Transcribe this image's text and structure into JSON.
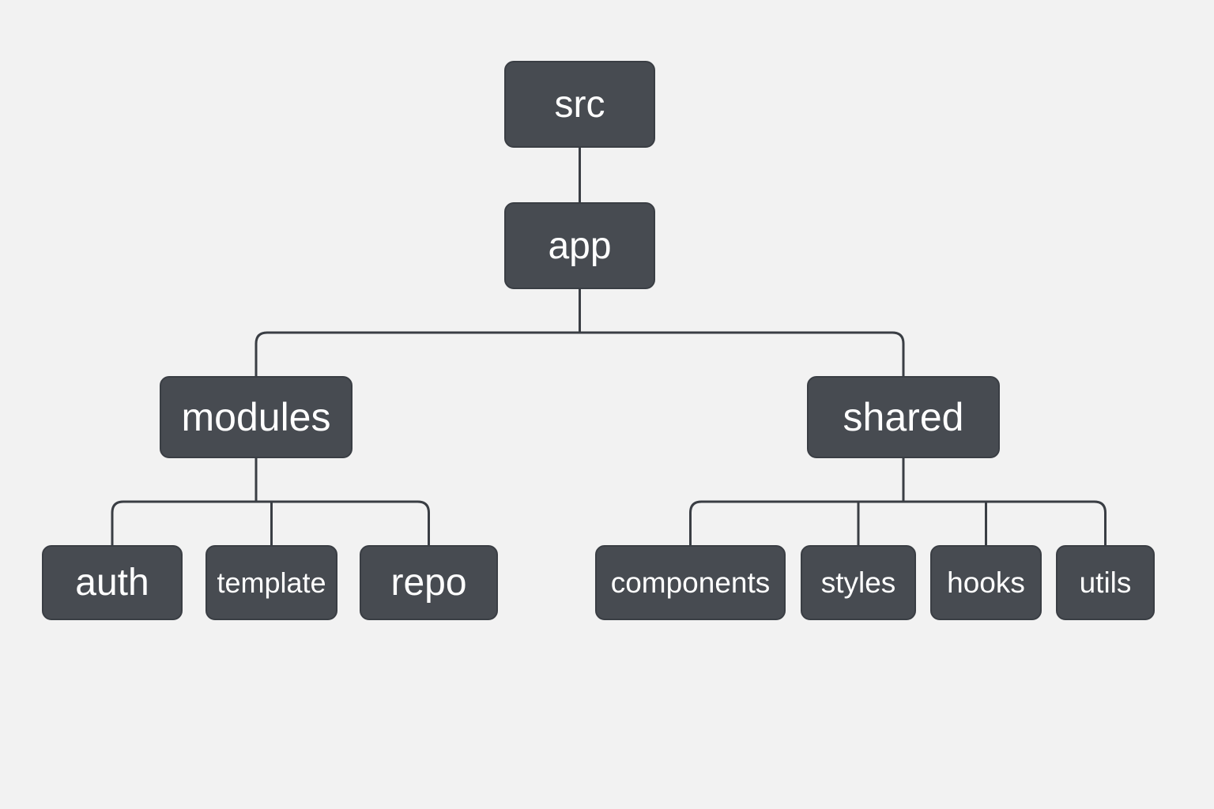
{
  "diagram": {
    "colors": {
      "background": "#f2f2f2",
      "node_fill": "#474b51",
      "node_text": "#ffffff",
      "connector": "#3a3e44"
    },
    "nodes": {
      "src": "src",
      "app": "app",
      "modules": "modules",
      "shared": "shared",
      "auth": "auth",
      "template": "template",
      "repo": "repo",
      "components": "components",
      "styles": "styles",
      "hooks": "hooks",
      "utils": "utils"
    },
    "edges": [
      [
        "src",
        "app"
      ],
      [
        "app",
        "modules"
      ],
      [
        "app",
        "shared"
      ],
      [
        "modules",
        "auth"
      ],
      [
        "modules",
        "template"
      ],
      [
        "modules",
        "repo"
      ],
      [
        "shared",
        "components"
      ],
      [
        "shared",
        "styles"
      ],
      [
        "shared",
        "hooks"
      ],
      [
        "shared",
        "utils"
      ]
    ]
  }
}
